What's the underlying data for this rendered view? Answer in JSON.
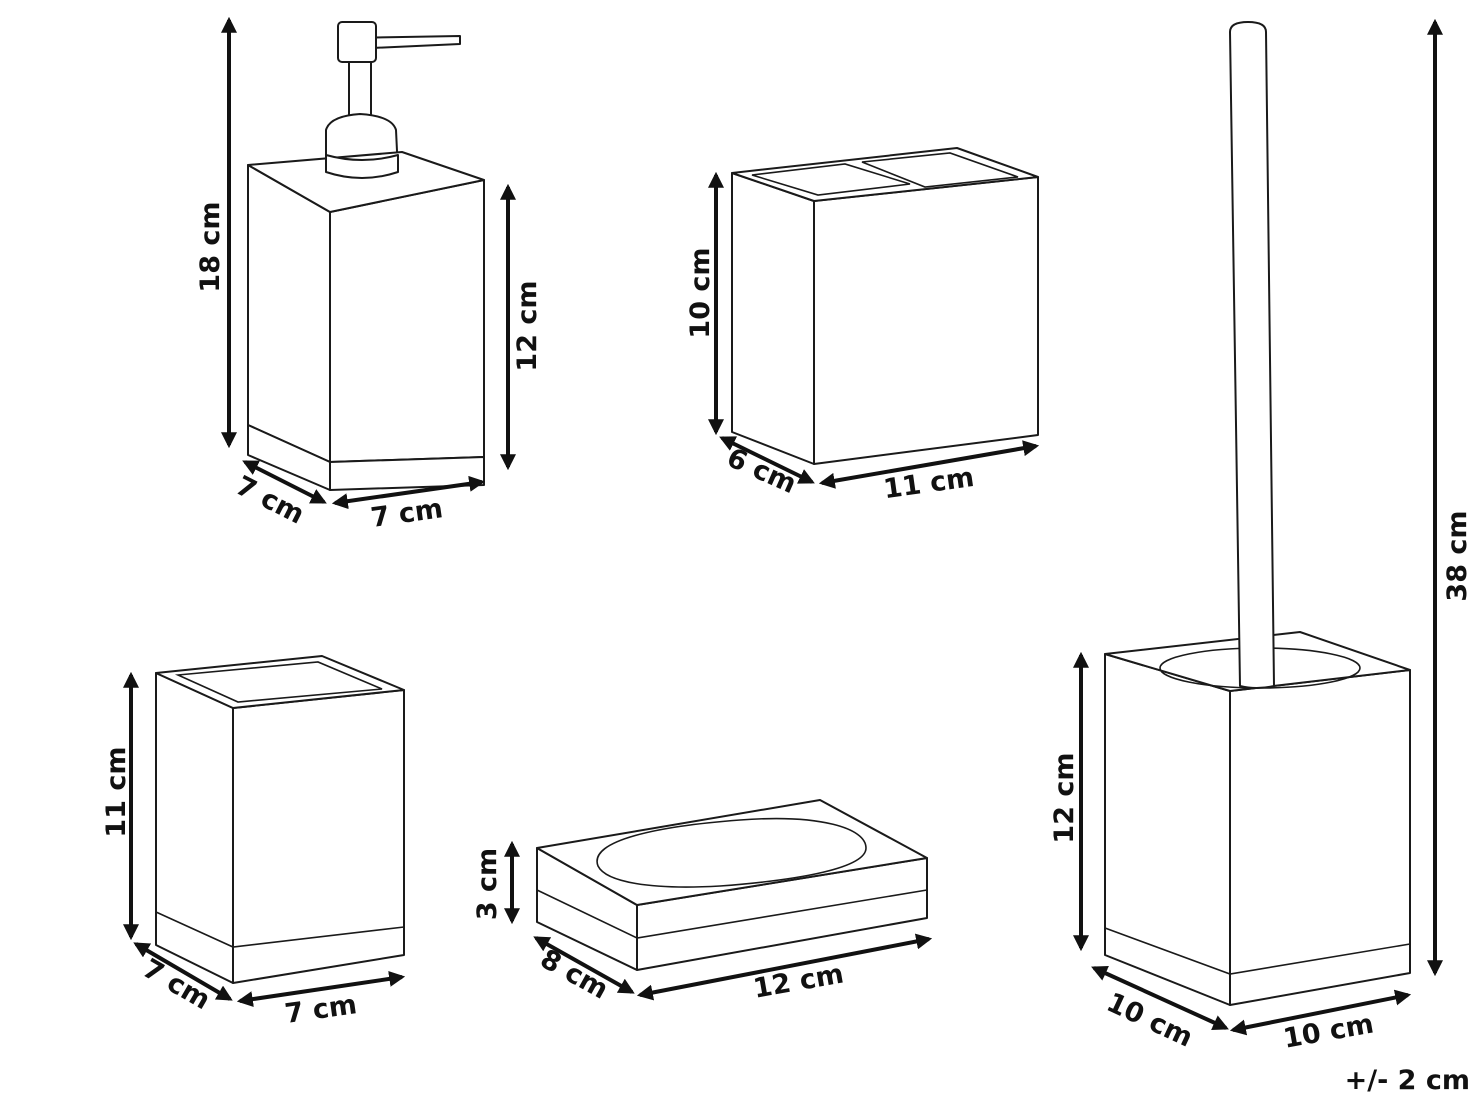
{
  "dimensions": {
    "soap_dispenser": {
      "height_total": "18 cm",
      "height_body": "12 cm",
      "depth": "7 cm",
      "width": "7 cm"
    },
    "toothbrush_holder": {
      "height": "10 cm",
      "depth": "6 cm",
      "width": "11 cm"
    },
    "tumbler": {
      "height": "11 cm",
      "depth": "7 cm",
      "width": "7 cm"
    },
    "soap_dish": {
      "height": "3 cm",
      "depth": "8 cm",
      "width": "12 cm"
    },
    "toilet_brush": {
      "height_total": "38 cm",
      "height_holder": "12 cm",
      "depth": "10 cm",
      "width": "10 cm"
    }
  },
  "tolerance_note": "+/- 2 cm"
}
